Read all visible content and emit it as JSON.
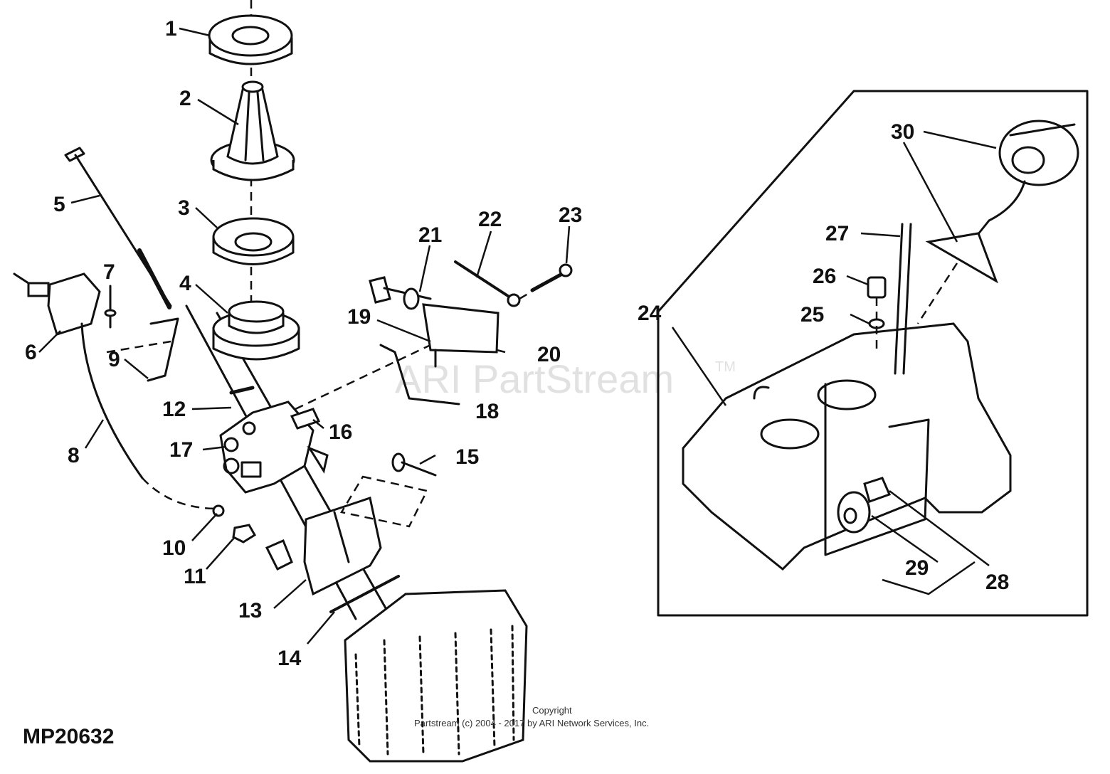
{
  "figure_id": "MP20632",
  "watermark": "ARI PartStream",
  "watermark_tm": "TM",
  "copyright_line1": "Copyright",
  "copyright_line2": "Partstream (c) 2004 - 2017 by ARI Network Services, Inc.",
  "callouts": [
    "1",
    "2",
    "3",
    "4",
    "5",
    "6",
    "7",
    "8",
    "9",
    "10",
    "11",
    "12",
    "13",
    "14",
    "15",
    "16",
    "17",
    "18",
    "19",
    "20",
    "21",
    "22",
    "23",
    "24",
    "25",
    "26",
    "27",
    "28",
    "29",
    "30"
  ]
}
